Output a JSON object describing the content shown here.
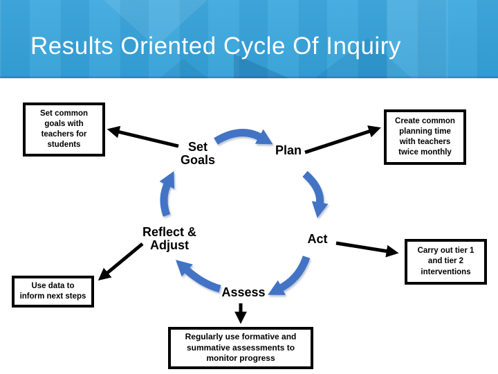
{
  "slide": {
    "title": "Results Oriented Cycle Of Inquiry",
    "colors": {
      "header_blue": "#38a5db",
      "cycle_arrow_blue": "#4273c5",
      "connector_black": "#000000",
      "box_border": "#000000",
      "title_text": "#ffffff",
      "background": "#ffffff"
    }
  },
  "cycle": {
    "steps": [
      {
        "id": "set-goals",
        "label": "Set\nGoals"
      },
      {
        "id": "plan",
        "label": "Plan"
      },
      {
        "id": "act",
        "label": "Act"
      },
      {
        "id": "assess",
        "label": "Assess"
      },
      {
        "id": "reflect-adjust",
        "label": "Reflect &\nAdjust"
      }
    ]
  },
  "callouts": [
    {
      "id": "set-common-goals",
      "text": "Set common\ngoals with\nteachers for\nstudents"
    },
    {
      "id": "create-common-planning",
      "text": "Create common\nplanning time\nwith teachers\ntwice monthly"
    },
    {
      "id": "carry-out-tiers",
      "text": "Carry out tier 1\nand tier 2\ninterventions"
    },
    {
      "id": "use-data",
      "text": "Use data to\ninform next steps"
    },
    {
      "id": "monitor-progress",
      "text": "Regularly use formative and\nsummative assessments to\nmonitor progress"
    }
  ]
}
